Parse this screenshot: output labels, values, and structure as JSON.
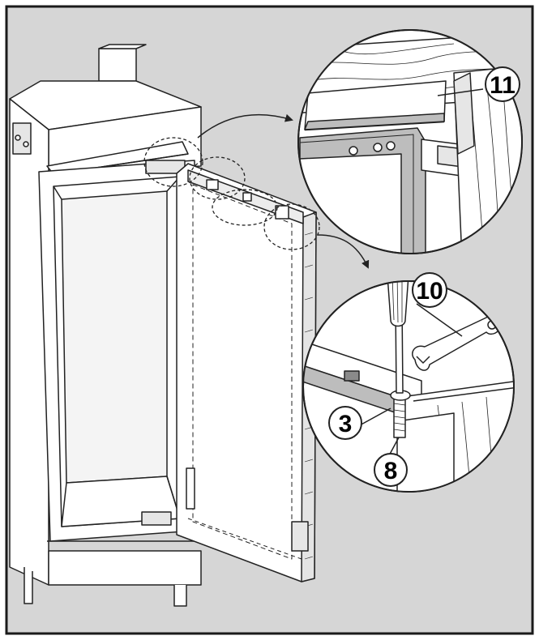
{
  "colors": {
    "background": "#d6d6d6",
    "frame": "#1a1a1a",
    "surface": "#ffffff",
    "line": "#222222",
    "shade": "#bdbdbd",
    "dark_shade": "#8a8a8a"
  },
  "callouts": [
    {
      "label": "11",
      "part": "top-trim-strip"
    },
    {
      "label": "10",
      "part": "open-end-wrench"
    },
    {
      "label": "3",
      "part": "adjusting-screw"
    },
    {
      "label": "8",
      "part": "threaded-bolt"
    }
  ]
}
